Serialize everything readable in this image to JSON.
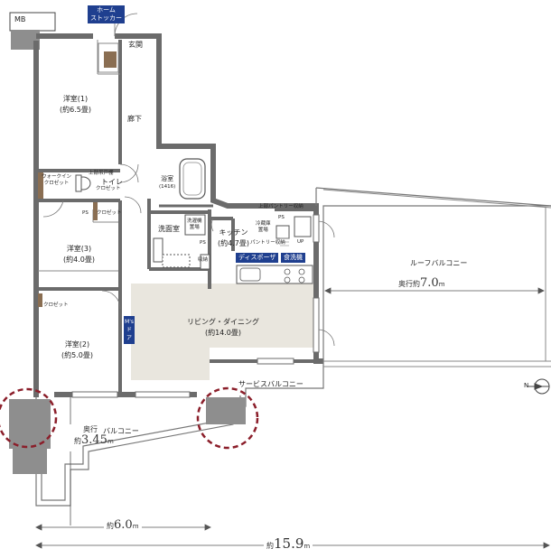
{
  "rooms": {
    "mb": "MB",
    "home_stocker": [
      "ホーム",
      "ストッカー"
    ],
    "entrance": "玄関",
    "hallway": "廊下",
    "western1": [
      "洋室(1)",
      "(約6.5畳)"
    ],
    "walkin_closet": [
      "ウォークイン",
      "クロゼット"
    ],
    "upper_cabinet": "上部吊戸棚",
    "toilet": "トイレ",
    "closet_a": "クロゼット",
    "closet_b": "クロゼット",
    "ps_a": "PS",
    "ps_b": "PS",
    "ps_c": "PS",
    "bathroom": [
      "浴室",
      "(1416)"
    ],
    "washroom": "洗面室",
    "washer_space": [
      "洗濯機",
      "置場"
    ],
    "storage": "収納",
    "western3": [
      "洋室(3)",
      "(約4.0畳)"
    ],
    "western2": [
      "洋室(2)",
      "(約5.0畳)"
    ],
    "kitchen": [
      "キッチン",
      "(約4.7畳)"
    ],
    "fridge": [
      "冷蔵庫",
      "置場"
    ],
    "upper_pantry": "上部パントリー収納",
    "pantry": "パントリー収納",
    "up": "UP",
    "living": [
      "リビング・ダイニング",
      "(約14.0畳)"
    ],
    "roof_balcony": "ルーフバルコニー",
    "service_balcony": "サービスバルコニー",
    "balcony": "バルコニー"
  },
  "badges": {
    "home_stocker": [
      "ホーム",
      "ストッカー"
    ],
    "disposer": "ディスポーザ",
    "dishwasher": "食洗機",
    "ms_door": [
      "M's",
      "ドア"
    ]
  },
  "dimensions": {
    "balcony_depth_label": "奥行",
    "balcony_depth_prefix": "約",
    "balcony_depth_value": "3.45",
    "balcony_depth_unit": "m",
    "roof_depth_label": "奥行",
    "roof_depth_prefix": "約",
    "roof_depth_value": "7.0",
    "roof_depth_unit": "m",
    "width_a_prefix": "約",
    "width_a_value": "6.0",
    "width_a_unit": "m",
    "width_b_prefix": "約",
    "width_b_value": "15.9",
    "width_b_unit": "m"
  },
  "compass": "N",
  "colors": {
    "wall": "#6b6b6b",
    "living_floor": "#e9e6de",
    "badge": "#1f3f8f",
    "column_circle": "#8b1e2a",
    "closet_fill": "#8a6e52"
  }
}
